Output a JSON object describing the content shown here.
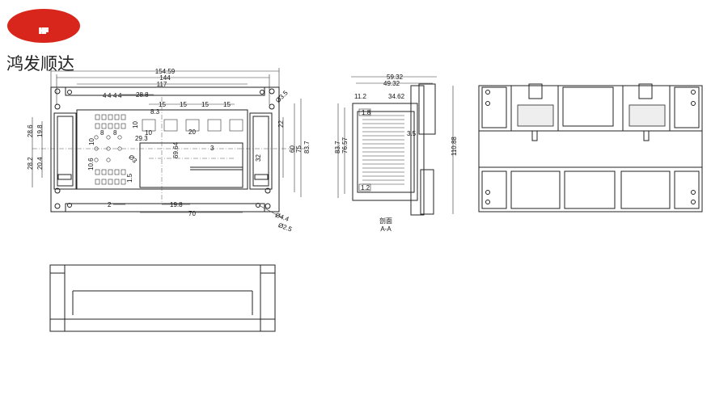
{
  "logo": {
    "text": "HF",
    "color": "#d9261c"
  },
  "brand": "鸿发顺达",
  "front_view": {
    "dims": {
      "overall_width": "154.59",
      "hole_pitch": "144",
      "inner_width": "117",
      "spacing_28_8": "28.8",
      "pitch_4": [
        "4",
        "4",
        "4",
        "4"
      ],
      "pitch_15": [
        "15",
        "15",
        "15",
        "15"
      ],
      "d8_3": "8.3",
      "d10_h": "10",
      "d10_w": "10",
      "d20": "20",
      "d8a": "8",
      "d8b": "8",
      "d29_3": "29.3",
      "d10_v": "10",
      "d10_6": "10.6",
      "d1_5": "1.5",
      "d2": "2",
      "d19_8": "19.8",
      "d70": "70",
      "d69_64": "69.64",
      "d3": "3",
      "d32": "32",
      "d22": "22",
      "d60": "60",
      "d75": "75",
      "d83_7": "83.7",
      "d28_6": "28.6",
      "d19_8v": "19.8",
      "d28_2": "28.2",
      "d20_4": "20.4",
      "hole_3_5": "Ø3.5",
      "hole_4_4": "Ø4.4",
      "hole_2_5": "Ø2.5",
      "hole_3": "Ø3"
    }
  },
  "side_view": {
    "dims": {
      "d59_32": "59.32",
      "d49_32": "49.32",
      "d11_2": "11.2",
      "d34_62": "34.62",
      "d1_8": "1.8",
      "d3_5": "3.5",
      "d83_7": "83.7",
      "d76_57": "76.57",
      "d1_2": "1.2",
      "d110_88": "110.88"
    },
    "caption_line1": "剖面",
    "caption_line2": "A-A"
  }
}
